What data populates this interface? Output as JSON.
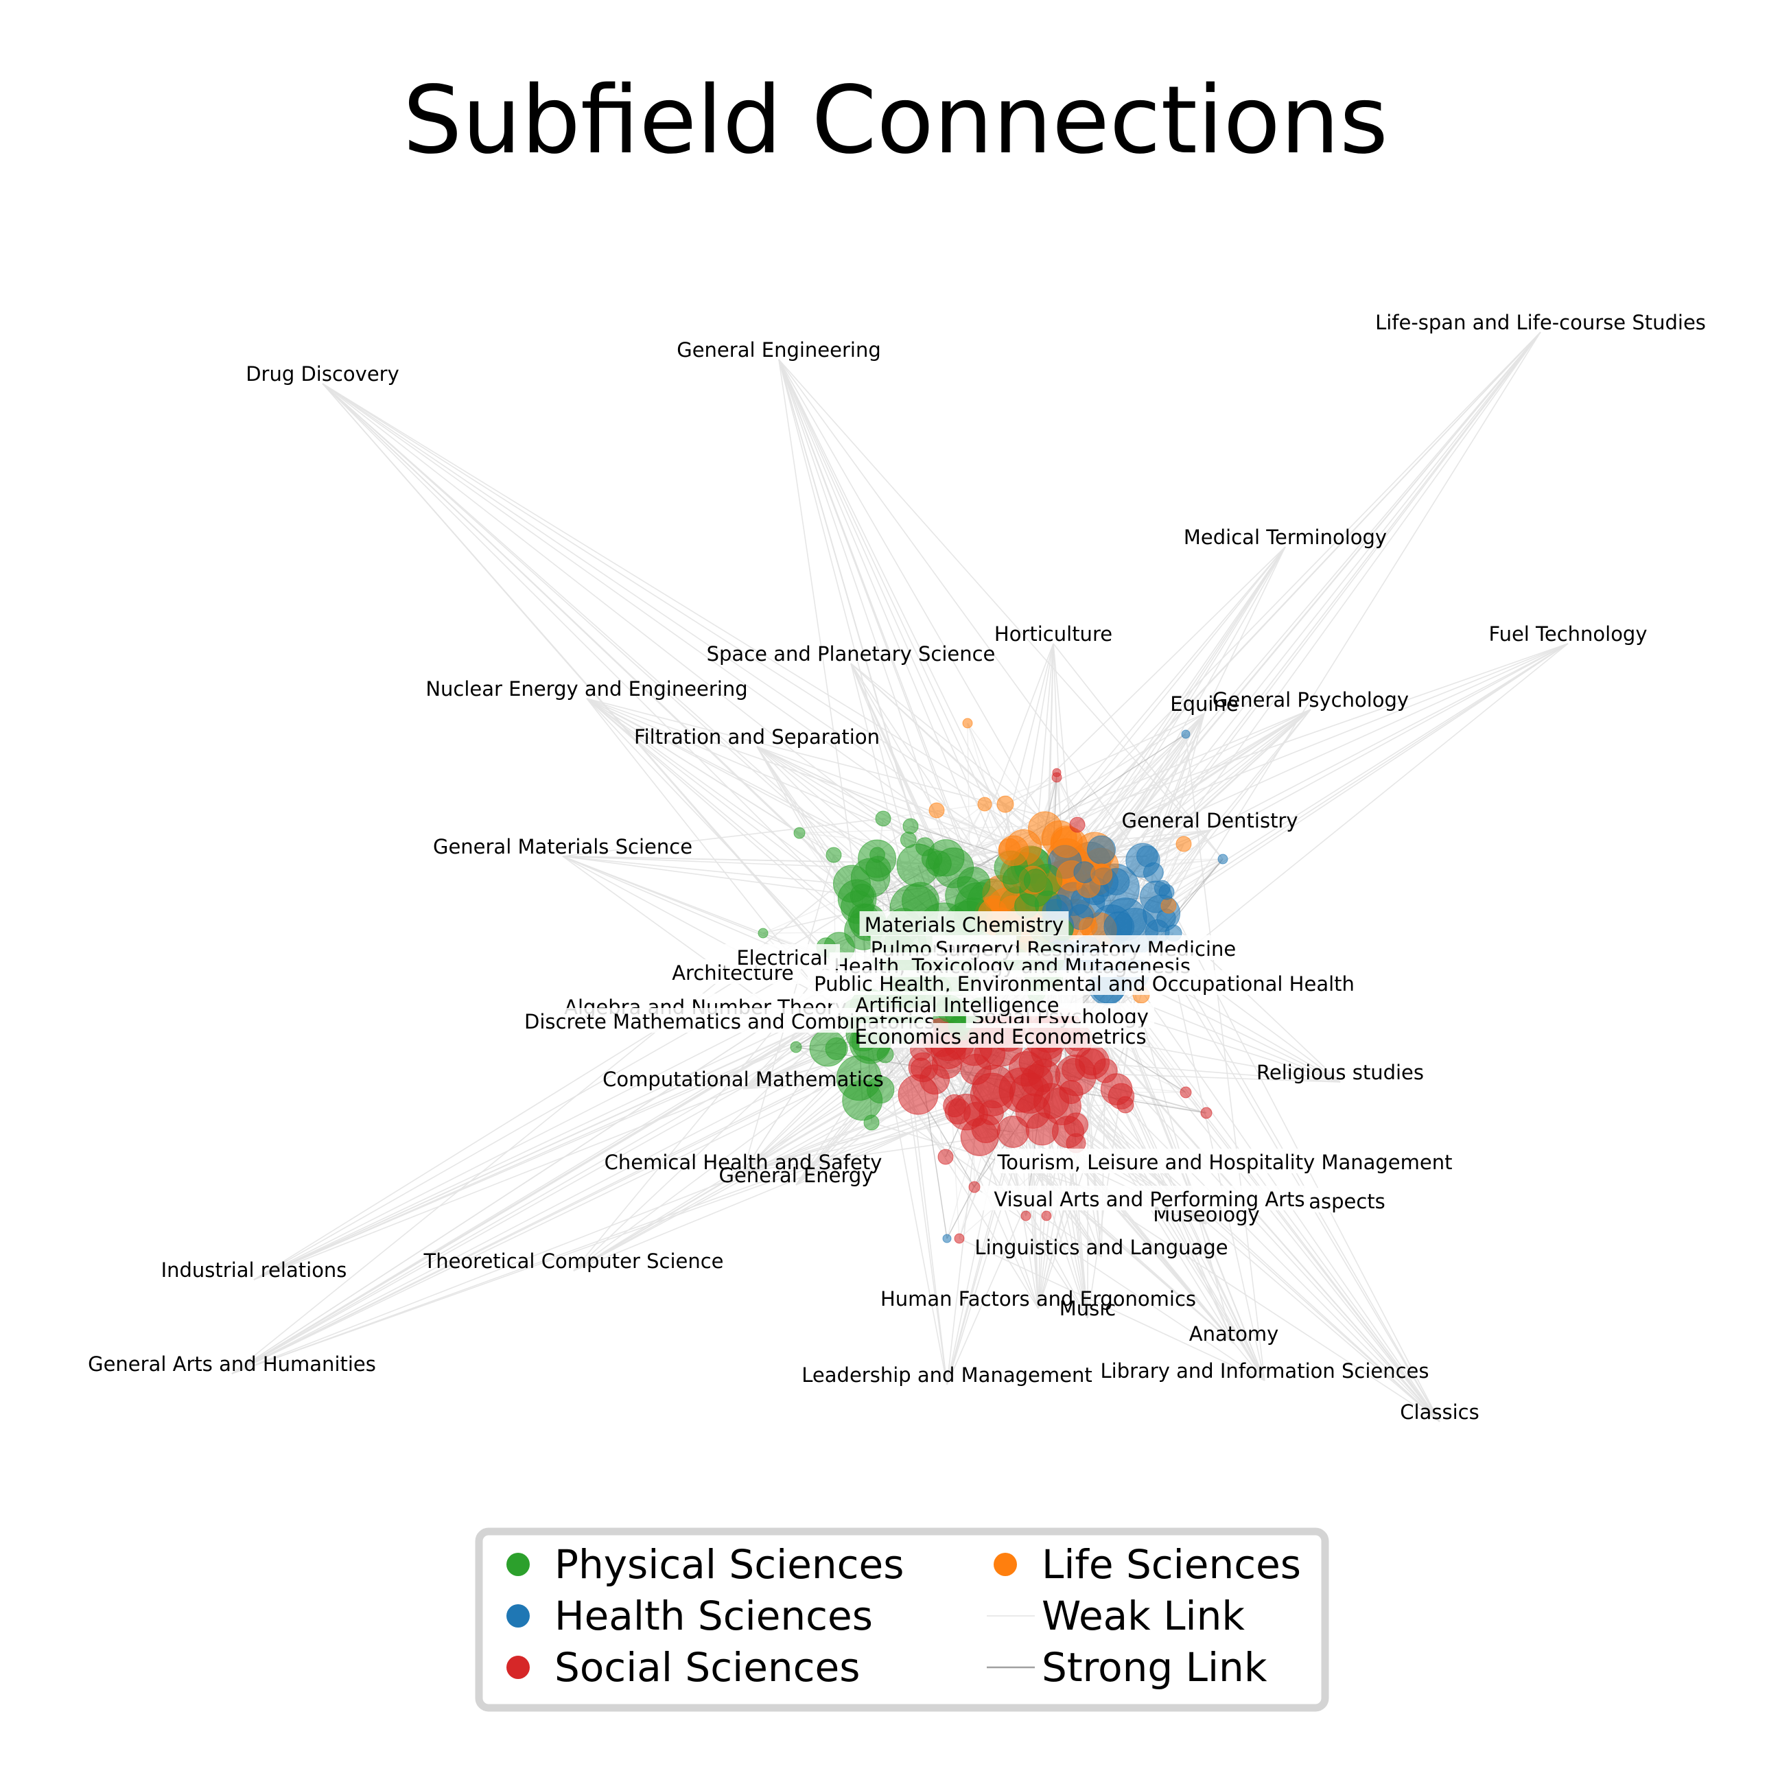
{
  "title": "Subfield Connections",
  "colors": {
    "Physical Sciences": "#2ca02c",
    "Health Sciences": "#1f77b4",
    "Social Sciences": "#d62728",
    "Life Sciences": "#ff7f0e",
    "weak_link": "#e3e3e3",
    "strong_link": "#a0a0a0",
    "legend_border": "#d4d4d4"
  },
  "legend": {
    "items": [
      {
        "label": "Physical Sciences",
        "kind": "marker",
        "color_key": "Physical Sciences"
      },
      {
        "label": "Health Sciences",
        "kind": "marker",
        "color_key": "Health Sciences"
      },
      {
        "label": "Social Sciences",
        "kind": "marker",
        "color_key": "Social Sciences"
      },
      {
        "label": "Life Sciences",
        "kind": "marker",
        "color_key": "Life Sciences"
      },
      {
        "label": "Weak Link",
        "kind": "line",
        "color_key": "weak_link"
      },
      {
        "label": "Strong Link",
        "kind": "line",
        "color_key": "strong_link"
      }
    ]
  },
  "outer_labels": [
    "Life-span and Life-course Studies",
    "General Engineering",
    "Drug Discovery",
    "Medical Terminology",
    "Horticulture",
    "Fuel Technology",
    "Space and Planetary Science",
    "Nuclear Energy and Engineering",
    "Equine",
    "General Psychology",
    "Filtration and Separation",
    "General Dentistry",
    "General Materials Science",
    "Religious studies",
    "Computational Mathematics",
    "Chemical Health and Safety",
    "General Energy",
    "Industrial relations",
    "Theoretical Computer Science",
    "General Arts and Humanities",
    "Human Factors and Ergonomics",
    "Leadership and Management",
    "Anatomy",
    "Library and Information Sciences",
    "Classics",
    "Linguistics and Language",
    "Music",
    "Museology"
  ],
  "core_labels": [
    "Materials Chemistry",
    "Pulmonary and Respiratory Medicine",
    "Surgery",
    "Health, Toxicology and Mutagenesis",
    "Architecture",
    "Public Health, Environmental and Occupational Health",
    "Algebra and Number Theory",
    "Social Psychology",
    "Discrete Mathematics and Combinatorics",
    "Economics and Econometrics",
    "Artificial Intelligence",
    "Tourism, Leisure and Hospitality Management",
    "Visual Arts and Performing Arts",
    "aspects",
    "Electrical"
  ]
}
